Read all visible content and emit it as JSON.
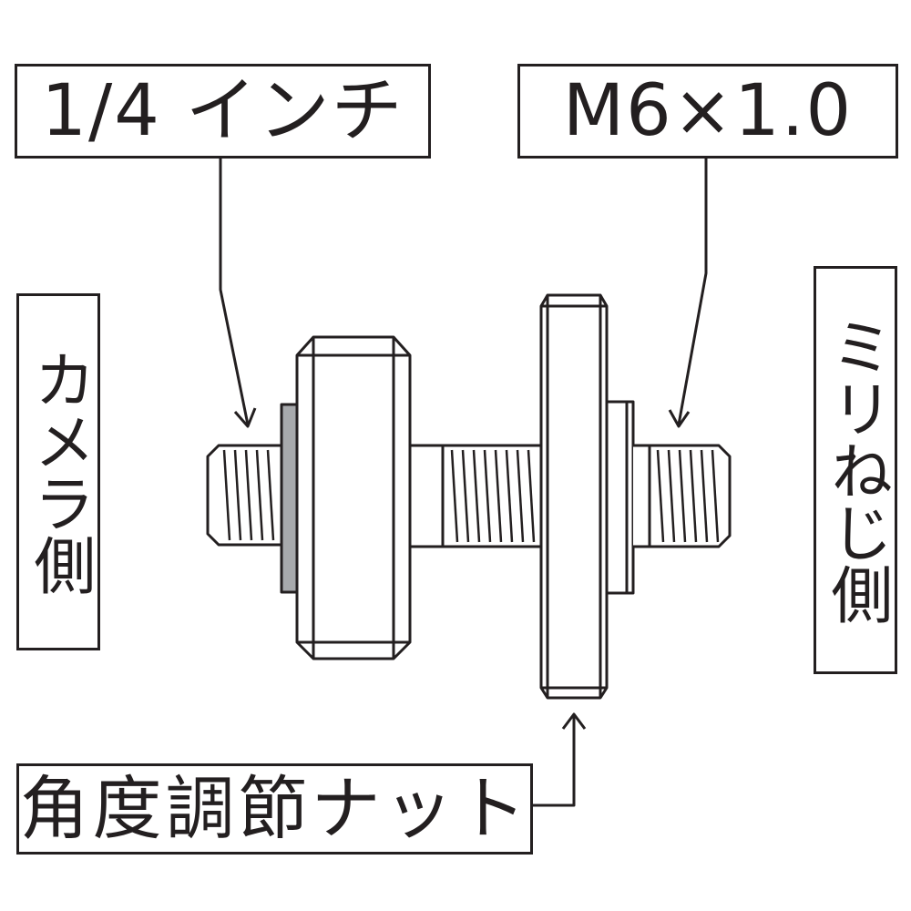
{
  "labels": {
    "inch_thread": "1/4 インチ",
    "metric_thread": "M6×1.0",
    "camera_side": "カメラ側",
    "metric_side": "ミリねじ側",
    "angle_nut": "角度調節ナット"
  },
  "colors": {
    "line": "#231f20",
    "washer": "#a7a9ac",
    "background": "#ffffff"
  }
}
